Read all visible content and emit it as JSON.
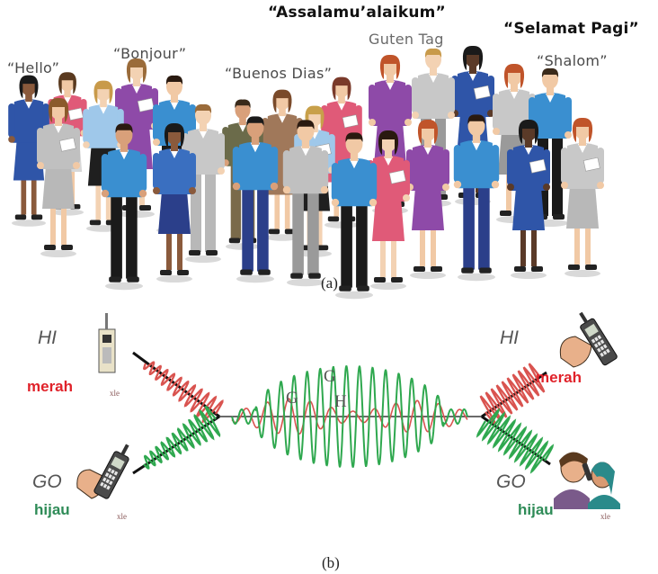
{
  "panel_a": {
    "greetings": {
      "hello": "“Hello”",
      "bonjour": "“Bonjour”",
      "buenos_dias": "“Buenos Dias”",
      "assalamu": "“Assalamu’alaikum”",
      "guten_tag": "Guten Tag",
      "selamat_pagi": "“Selamat Pagi”",
      "shalom": "“Shalom”"
    },
    "caption": "(a)"
  },
  "panel_b": {
    "left_top": {
      "word": "HI",
      "color_word": "merah",
      "small_label": "xle"
    },
    "left_bottom": {
      "word": "GO",
      "color_word": "hijau",
      "small_label": "xle"
    },
    "right_top": {
      "word": "HI",
      "color_word": "merah"
    },
    "right_bottom": {
      "word": "GO",
      "color_word": "hijau",
      "small_label": "xle"
    },
    "center_letters": [
      "G",
      "G",
      "H"
    ],
    "signal_colors": {
      "red": "#d9534f",
      "green": "#2fa84f"
    },
    "caption": "(b)"
  }
}
